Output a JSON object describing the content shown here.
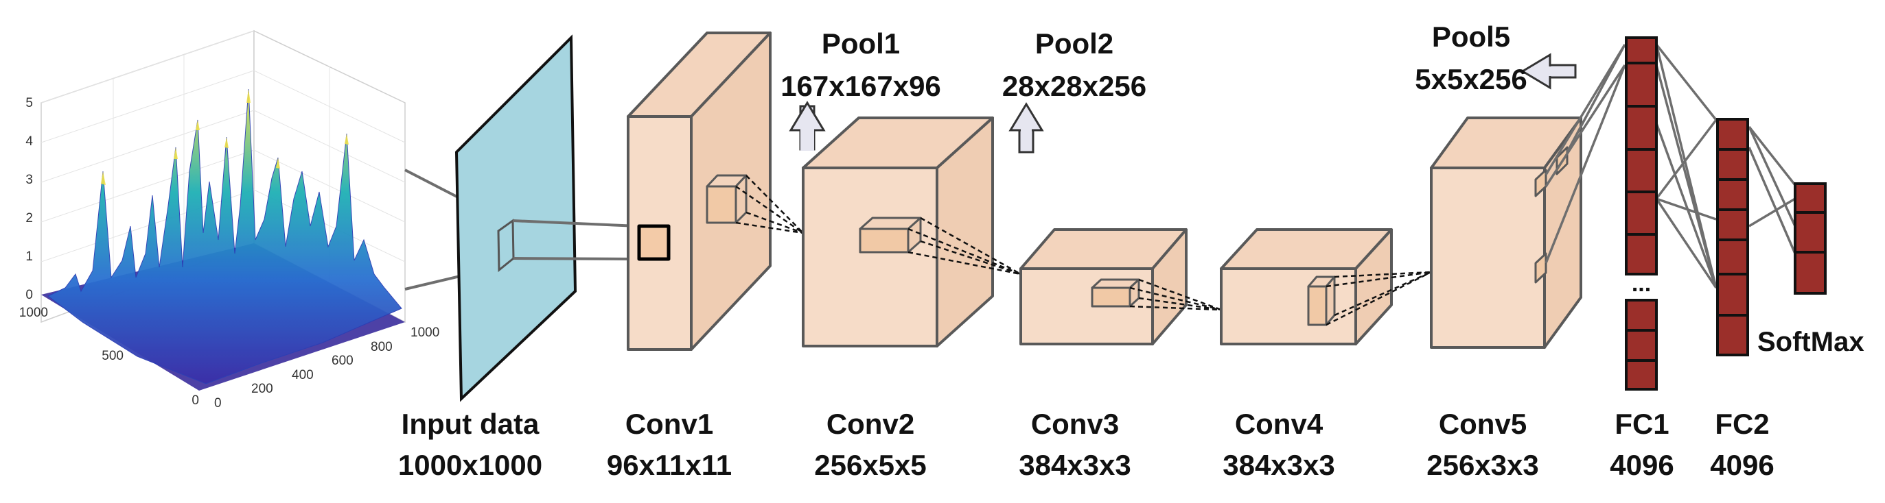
{
  "surface_plot": {
    "z_ticks": [
      "0",
      "1",
      "2",
      "3",
      "4",
      "5"
    ],
    "left_axis_ticks": [
      "0",
      "500",
      "1000"
    ],
    "right_axis_ticks": [
      "0",
      "200",
      "400",
      "600",
      "800",
      "1000"
    ]
  },
  "layers": [
    {
      "id": "input",
      "name": "Input data",
      "size": "1000x1000"
    },
    {
      "id": "conv1",
      "name": "Conv1",
      "size": "96x11x11"
    },
    {
      "id": "conv2",
      "name": "Conv2",
      "size": "256x5x5"
    },
    {
      "id": "conv3",
      "name": "Conv3",
      "size": "384x3x3"
    },
    {
      "id": "conv4",
      "name": "Conv4",
      "size": "384x3x3"
    },
    {
      "id": "conv5",
      "name": "Conv5",
      "size": "256x3x3"
    },
    {
      "id": "fc1",
      "name": "FC1",
      "size": "4096"
    },
    {
      "id": "fc2",
      "name": "FC2",
      "size": "4096"
    }
  ],
  "pools": [
    {
      "name": "Pool1",
      "size": "167x167x96"
    },
    {
      "name": "Pool2",
      "size": "28x28x256"
    },
    {
      "name": "Pool5",
      "size": "5x5x256"
    }
  ],
  "softmax_label": "SoftMax",
  "fc_ellipsis": "...",
  "colors": {
    "block_fill": "#f6dcc8",
    "block_stroke": "#595959",
    "input_plane": "#a6d5e0",
    "fc_cell": "#9b2f2a",
    "arrow_fill": "#e6e6f0"
  }
}
